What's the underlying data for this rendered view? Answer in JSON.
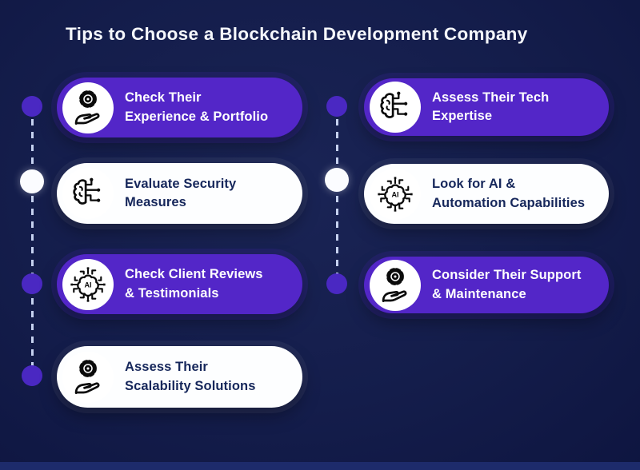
{
  "title": "Tips to Choose a Blockchain Development Company",
  "colors": {
    "background": "#141d4b",
    "accent_purple": "#5326c8",
    "card_white": "#fdfeff",
    "dark_text": "#16275b",
    "light_text": "#ffffff",
    "dot_purple": "#4a28c2",
    "dash_line": "#c6d2f0",
    "footer_bar": "#1d2b6b"
  },
  "icons": {
    "ai_label": "AI"
  },
  "cards": [
    {
      "id": "experience-portfolio",
      "column": "left",
      "variant": "purple",
      "icon": "gear-hand-icon",
      "line1": "Check Their",
      "line2": "Experience & Portfolio"
    },
    {
      "id": "security-measures",
      "column": "left",
      "variant": "white",
      "icon": "brain-circuit-icon",
      "line1": "Evaluate Security",
      "line2": "Measures"
    },
    {
      "id": "client-reviews",
      "column": "left",
      "variant": "purple",
      "icon": "ai-chip-icon",
      "line1": "Check Client Reviews",
      "line2": "& Testimonials"
    },
    {
      "id": "scalability-solutions",
      "column": "left",
      "variant": "white",
      "icon": "gear-hand-icon",
      "line1": "Assess Their",
      "line2": "Scalability Solutions"
    },
    {
      "id": "tech-expertise",
      "column": "right",
      "variant": "purple",
      "icon": "brain-circuit-icon",
      "line1": "Assess Their Tech",
      "line2": "Expertise"
    },
    {
      "id": "ai-automation",
      "column": "right",
      "variant": "white",
      "icon": "ai-chip-icon",
      "line1": "Look for AI &",
      "line2": "Automation Capabilities"
    },
    {
      "id": "support-maintenance",
      "column": "right",
      "variant": "purple",
      "icon": "gear-hand-icon",
      "line1": "Consider Their Support",
      "line2": "& Maintenance"
    }
  ],
  "timeline": {
    "left_dots": [
      "purple",
      "white",
      "purple",
      "purple"
    ],
    "right_dots": [
      "purple",
      "white",
      "purple"
    ]
  }
}
